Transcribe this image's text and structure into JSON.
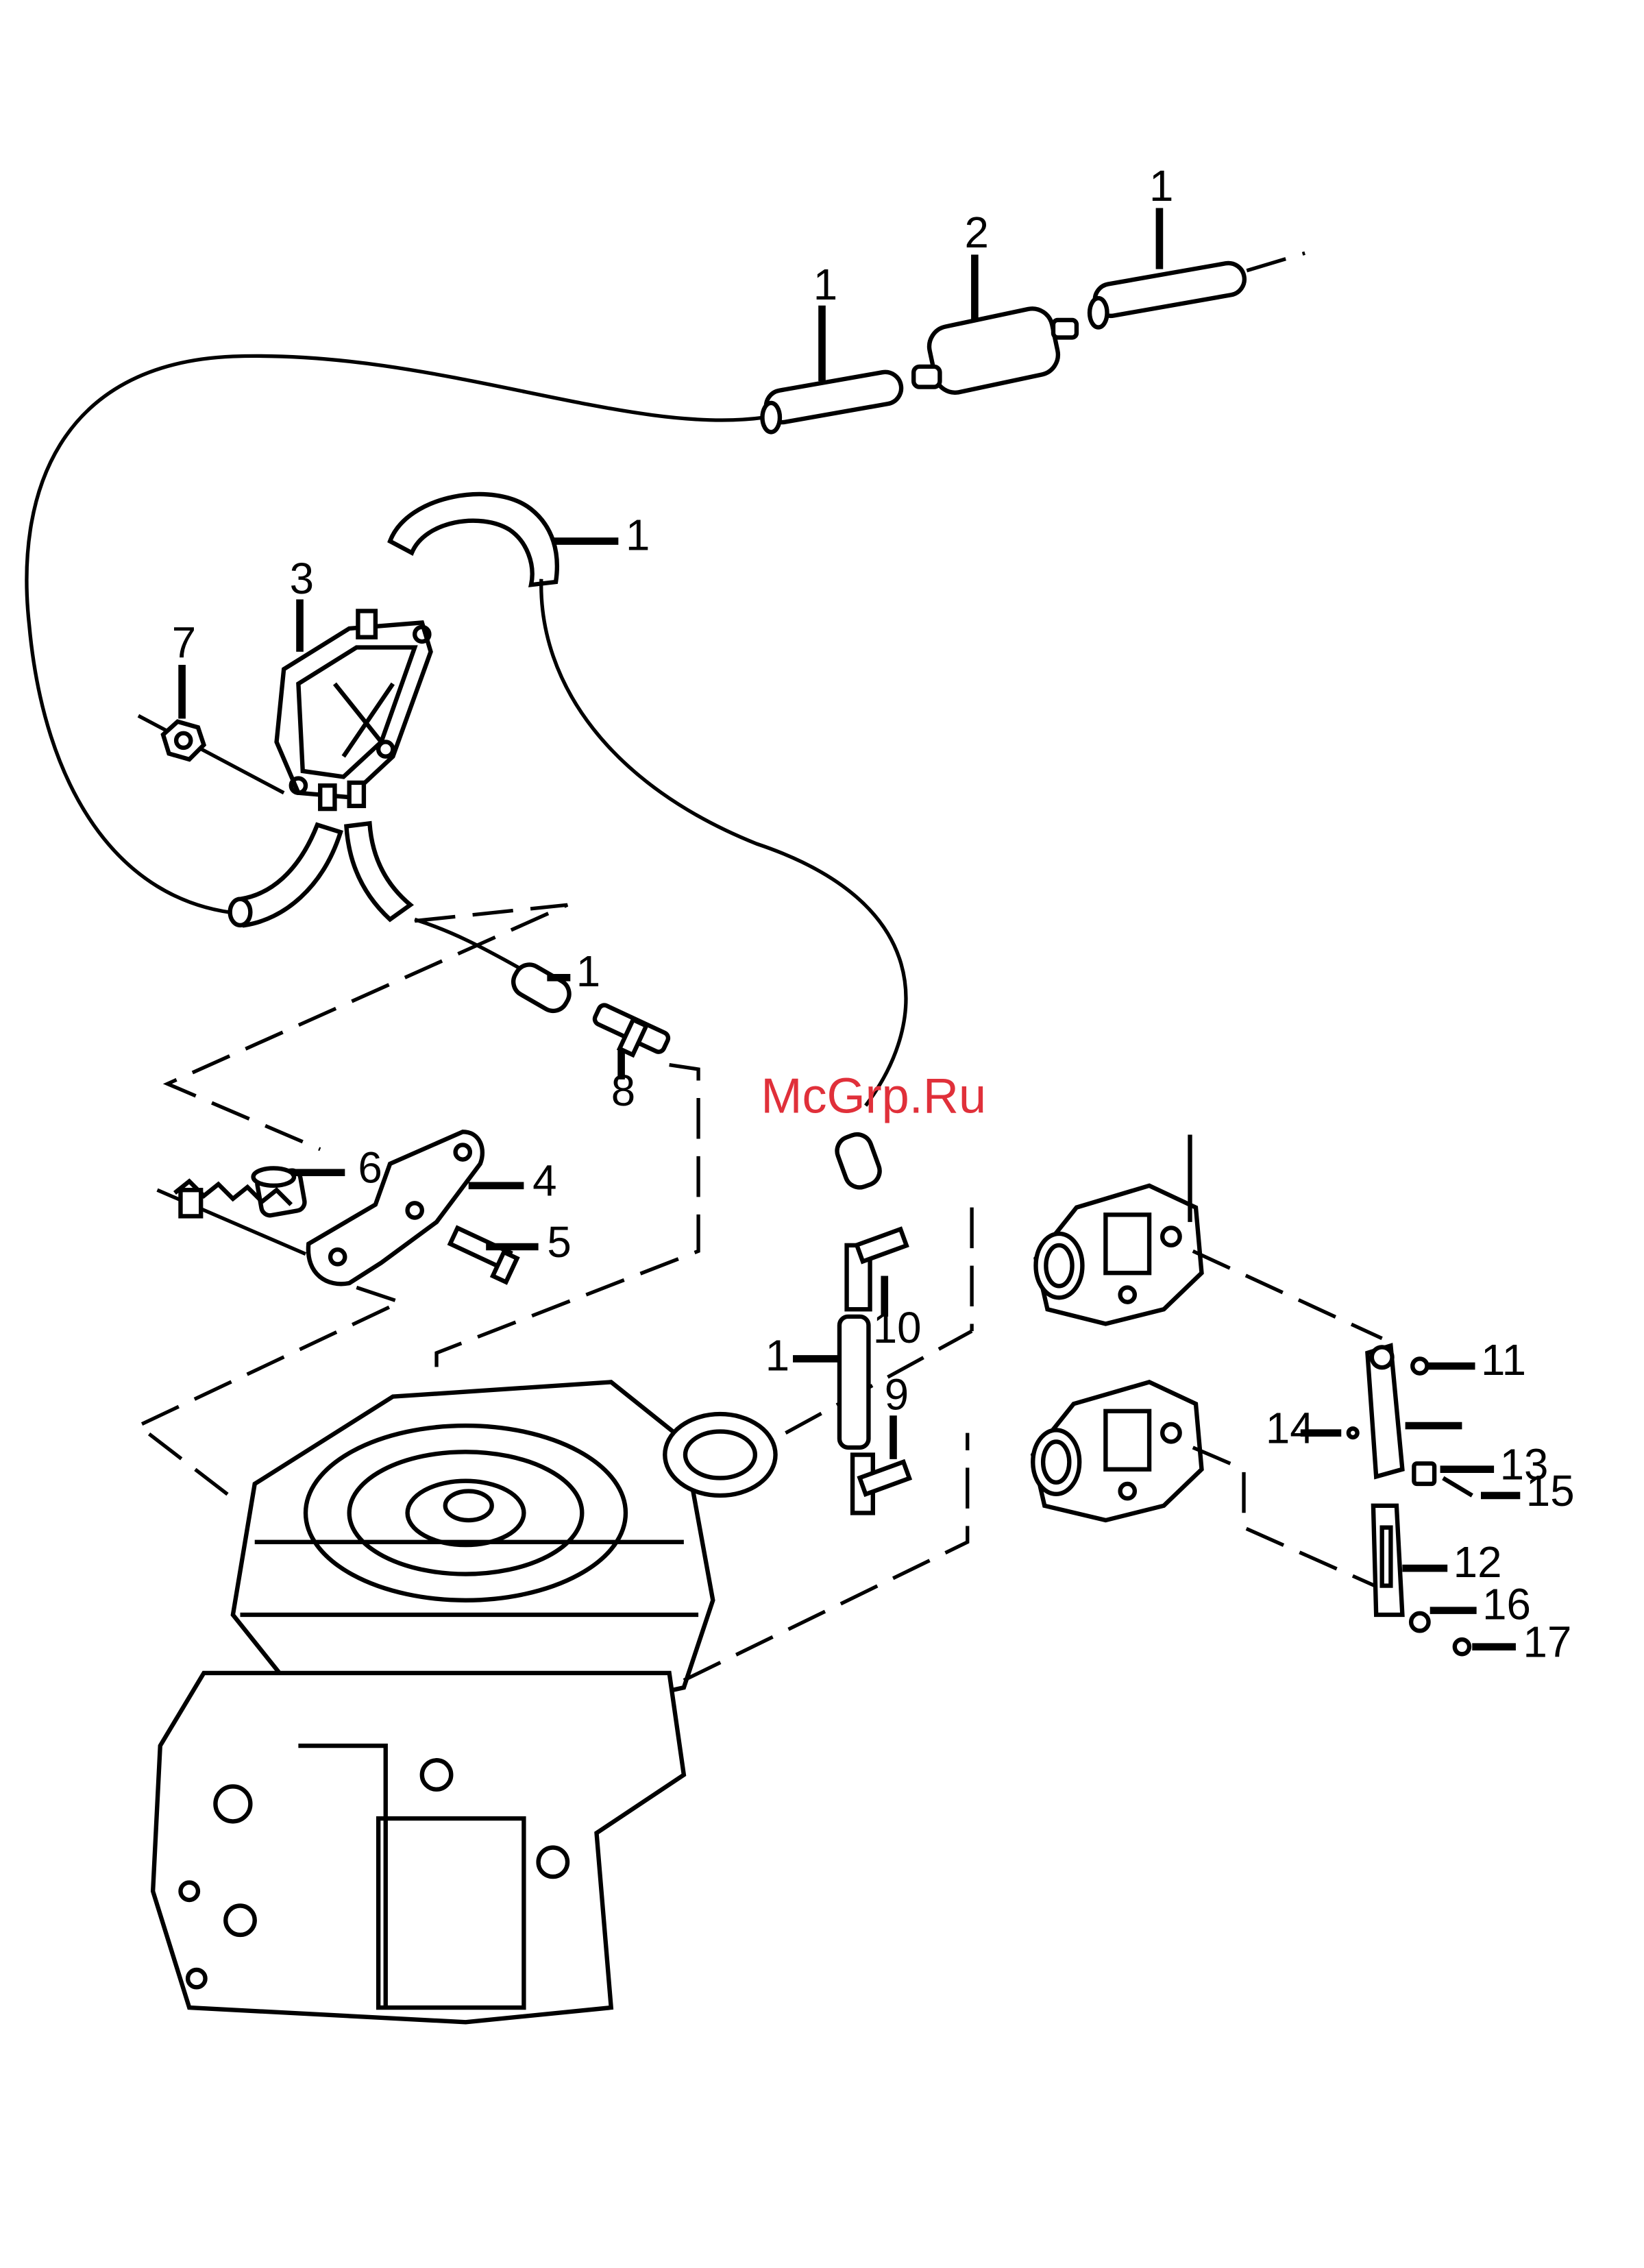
{
  "watermark": "McGrp.Ru",
  "callouts": {
    "c1a": "1",
    "c2": "2",
    "c1b": "1",
    "c1c": "1",
    "c3": "3",
    "c7": "7",
    "c1d": "1",
    "c8": "8",
    "c6": "6",
    "c4": "4",
    "c5": "5",
    "c10": "10",
    "c1e": "1",
    "c9": "9",
    "c11": "11",
    "c14": "14",
    "c13": "13",
    "c15": "15",
    "c12": "12",
    "c16": "16",
    "c17": "17"
  }
}
